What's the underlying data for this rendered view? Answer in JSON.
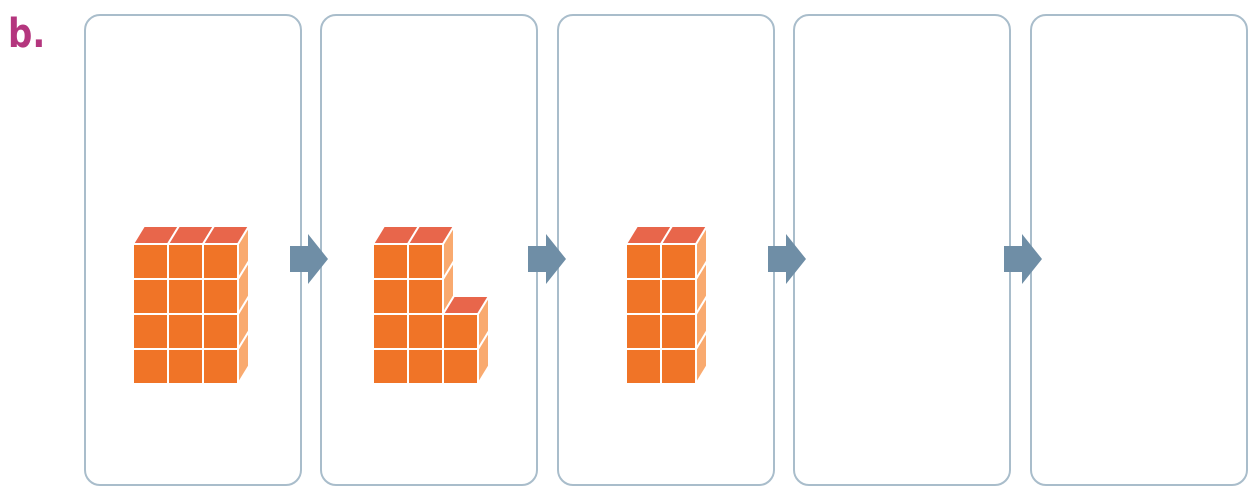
{
  "label": {
    "text": "b."
  },
  "colors": {
    "label": "#b4367e",
    "card_border": "#a9bdcb",
    "arrow": "#6f8ea6",
    "cube_front": "#f07427",
    "cube_top": "#e8664b",
    "cube_side": "#f9aa6f",
    "cube_grid": "#ffffff"
  },
  "panels": [
    {
      "name": "panel-1",
      "columns": [
        4,
        4,
        4
      ]
    },
    {
      "name": "panel-2",
      "columns": [
        4,
        4,
        2
      ]
    },
    {
      "name": "panel-3",
      "columns": [
        4,
        4
      ]
    },
    {
      "name": "panel-4",
      "columns": []
    },
    {
      "name": "panel-5",
      "columns": []
    }
  ],
  "arrows": [
    "arrow-1",
    "arrow-2",
    "arrow-3",
    "arrow-4"
  ],
  "icons": {
    "arrow": "right-arrow-icon",
    "cube": "cube-block"
  }
}
